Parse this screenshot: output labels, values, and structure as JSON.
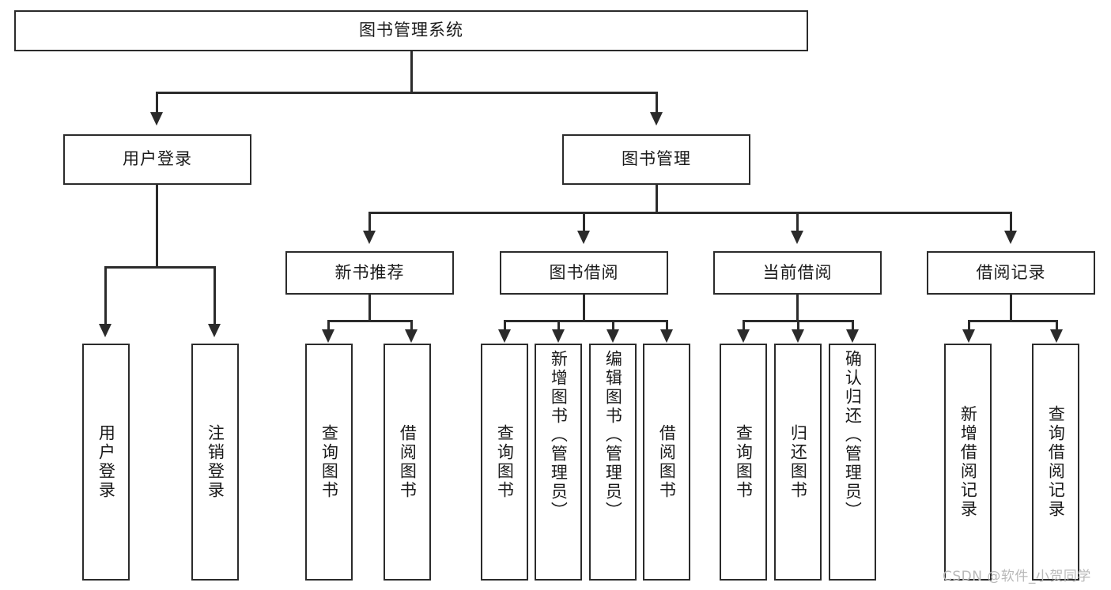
{
  "diagram": {
    "title": "图书管理系统",
    "type": "hierarchy-tree",
    "root": {
      "label": "图书管理系统"
    },
    "level2": [
      {
        "label": "用户登录"
      },
      {
        "label": "图书管理"
      }
    ],
    "level3": [
      {
        "label": "新书推荐"
      },
      {
        "label": "图书借阅"
      },
      {
        "label": "当前借阅"
      },
      {
        "label": "借阅记录"
      }
    ],
    "leaves": {
      "user_login": [
        {
          "label": "用户登录"
        },
        {
          "label": "注销登录"
        }
      ],
      "new_book_rec": [
        {
          "label": "查询图书"
        },
        {
          "label": "借阅图书"
        }
      ],
      "book_borrow": [
        {
          "label": "查询图书"
        },
        {
          "label": "新增图书（管理员）"
        },
        {
          "label": "编辑图书（管理员）"
        },
        {
          "label": "借阅图书"
        }
      ],
      "current_borrow": [
        {
          "label": "查询图书"
        },
        {
          "label": "归还图书"
        },
        {
          "label": "确认归还（管理员）"
        }
      ],
      "borrow_record": [
        {
          "label": "新增借阅记录"
        },
        {
          "label": "查询借阅记录"
        }
      ]
    }
  },
  "watermark": {
    "text": "CSDN @软件_小贺同学"
  },
  "colors": {
    "stroke": "#2b2b2b",
    "background": "#ffffff",
    "text": "#1a1a1a",
    "watermark": "#b9b9b9"
  }
}
